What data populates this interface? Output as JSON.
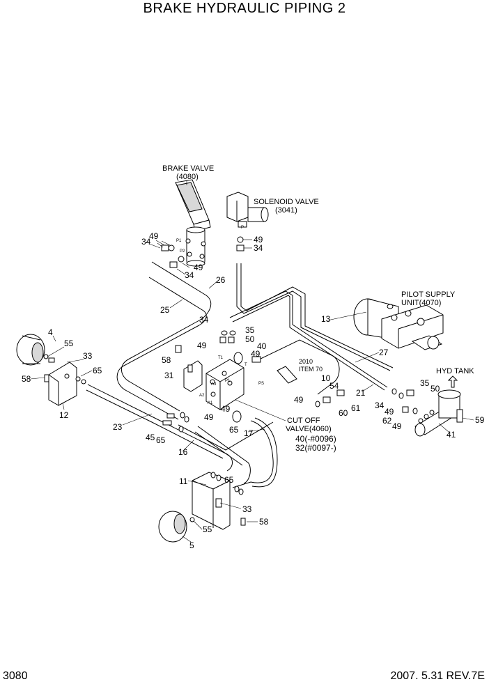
{
  "title": "BRAKE HYDRAULIC PIPING 2",
  "footer": {
    "page": "3080",
    "revision": "2007. 5.31  REV.7E"
  },
  "components": {
    "brake_valve": [
      "BRAKE VALVE",
      "(4080)"
    ],
    "solenoid_valve": [
      "SOLENOID VALVE",
      "(3041)"
    ],
    "pilot_supply_unit": [
      "PILOT SUPPLY",
      "UNIT(4070)"
    ],
    "hyd_tank": "HYD TANK",
    "cut_off_valve": [
      "CUT OFF",
      "VALVE(4060)"
    ],
    "item_ref": [
      "2010",
      "ITEM 70"
    ],
    "serial_notes": [
      "40(-#0096)",
      "32(#0097-)"
    ]
  },
  "ports": [
    "P1",
    "P2",
    "P",
    "T1",
    "T",
    "A3",
    "P1",
    "PS",
    "A2",
    "A1"
  ],
  "callouts": [
    "49",
    "34",
    "49",
    "34",
    "49",
    "34",
    "26",
    "25",
    "4",
    "55",
    "33",
    "65",
    "58",
    "12",
    "34",
    "49",
    "35",
    "50",
    "40",
    "58",
    "31",
    "49",
    "13",
    "27",
    "10",
    "54",
    "49",
    "61",
    "60",
    "21",
    "35",
    "50",
    "34",
    "49",
    "62",
    "49",
    "59",
    "41",
    "23",
    "45",
    "65",
    "49",
    "16",
    "49",
    "65",
    "17",
    "11",
    "65",
    "33",
    "58",
    "55",
    "5"
  ]
}
